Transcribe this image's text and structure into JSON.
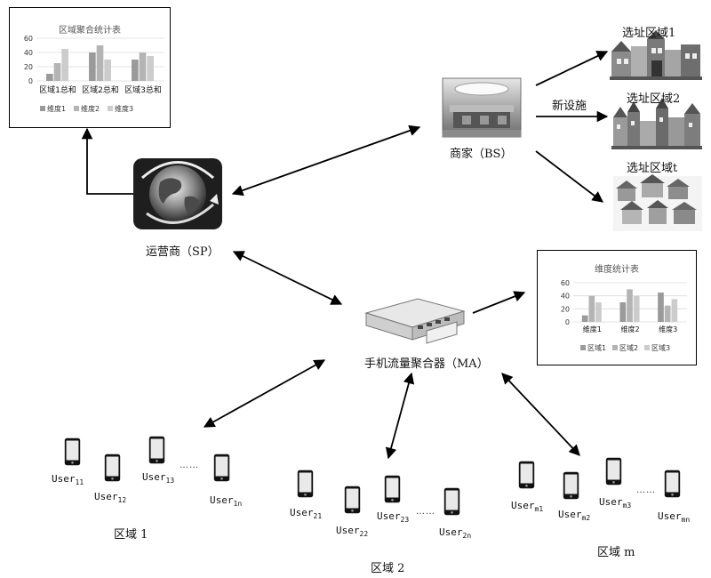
{
  "nodes": {
    "sp_label": "运营商（SP）",
    "bs_label": "商家（BS）",
    "ma_label": "手机流量聚合器（MA）",
    "new_facility": "新设施",
    "site1": "选址区域1",
    "site2": "选址区域2",
    "site_t": "选址区域t"
  },
  "regions": {
    "r1": "区域 1",
    "r2": "区域 2",
    "rm": "区域 m"
  },
  "users": {
    "u11": {
      "base": "User",
      "sub": "11"
    },
    "u12": {
      "base": "User",
      "sub": "12"
    },
    "u13": {
      "base": "User",
      "sub": "13"
    },
    "u1n": {
      "base": "User",
      "sub": "1n"
    },
    "u21": {
      "base": "User",
      "sub": "21"
    },
    "u22": {
      "base": "User",
      "sub": "22"
    },
    "u23": {
      "base": "User",
      "sub": "23"
    },
    "u2n": {
      "base": "User",
      "sub": "2n"
    },
    "um1": {
      "base": "User",
      "sub": "m1"
    },
    "um2": {
      "base": "User",
      "sub": "m2"
    },
    "um3": {
      "base": "User",
      "sub": "m3"
    },
    "umn": {
      "base": "User",
      "sub": "mn"
    },
    "ellipsis": "……"
  },
  "colors": {
    "series": [
      "#9a9a9a",
      "#b4b4b4",
      "#cccccc"
    ],
    "line": "#000000"
  },
  "chart_data": [
    {
      "type": "bar",
      "title": "区域聚合统计表",
      "categories": [
        "区域1总和",
        "区域2总和",
        "区域3总和"
      ],
      "ylim": [
        0,
        60
      ],
      "yticks": [
        "0",
        "20",
        "40",
        "60"
      ],
      "series": [
        {
          "name": "维度1",
          "values": [
            10,
            40,
            30
          ]
        },
        {
          "name": "维度2",
          "values": [
            25,
            50,
            40
          ]
        },
        {
          "name": "维度3",
          "values": [
            45,
            30,
            35
          ]
        }
      ],
      "legend": "bottom",
      "grid": true
    },
    {
      "type": "bar",
      "title": "维度统计表",
      "categories": [
        "维度1",
        "维度2",
        "维度3"
      ],
      "ylim": [
        0,
        60
      ],
      "yticks": [
        "0",
        "20",
        "40",
        "60"
      ],
      "series": [
        {
          "name": "区域1",
          "values": [
            10,
            30,
            45
          ]
        },
        {
          "name": "区域2",
          "values": [
            40,
            50,
            25
          ]
        },
        {
          "name": "区域3",
          "values": [
            30,
            40,
            35
          ]
        }
      ],
      "legend": "bottom",
      "grid": true
    }
  ]
}
